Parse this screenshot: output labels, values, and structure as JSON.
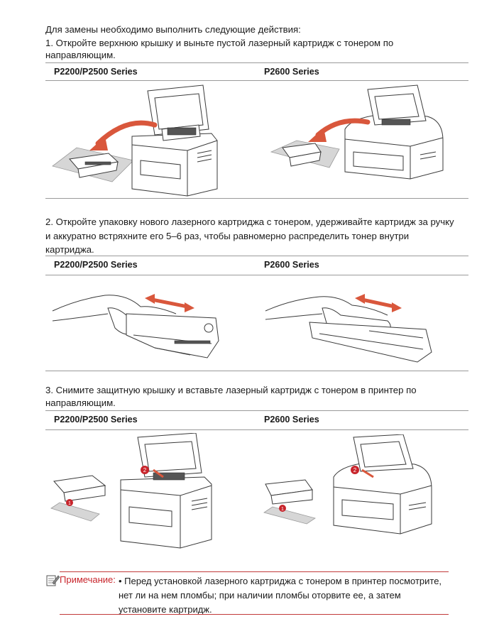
{
  "intro": "Для замены необходимо выполнить следующие действия:",
  "steps": [
    {
      "lines": [
        "1. Откройте верхнюю крышку и выньте пустой лазерный картридж с тонером по",
        "направляющим."
      ],
      "left_header": "P2200/P2500 Series",
      "right_header": "P2600 Series"
    },
    {
      "lines": [
        "2. Откройте упаковку нового лазерного картриджа с тонером, удерживайте картридж за ручку",
        "и аккуратно встряхните его 5–6 раз, чтобы равномерно распределить тонер внутри",
        "картриджа."
      ],
      "left_header": "P2200/P2500 Series",
      "right_header": "P2600 Series"
    },
    {
      "lines": [
        "3. Снимите защитную крышку и вставьте лазерный картридж с тонером в принтер по",
        "направляющим."
      ],
      "left_header": "P2200/P2500 Series",
      "right_header": "P2600 Series"
    }
  ],
  "callouts": [
    "1",
    "2"
  ],
  "note": {
    "icon": "note-pencil-icon",
    "label": "Примечание:",
    "lines": [
      "• Перед установкой лазерного картриджа с тонером в принтер посмотрите,",
      "нет ли на нем пломбы; при наличии пломбы оторвите ее, а затем",
      "установите картридж."
    ]
  },
  "colors": {
    "accent_red": "#c8242b",
    "arrow": "#d9573c",
    "rule": "#9a9a9a"
  }
}
